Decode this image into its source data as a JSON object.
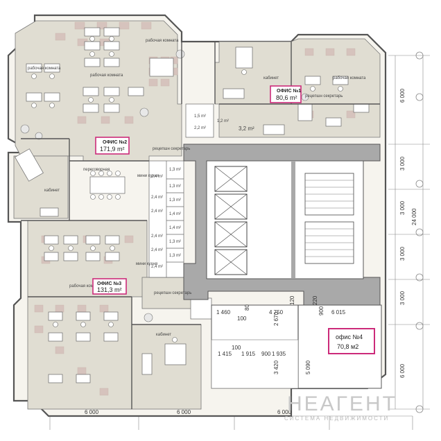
{
  "offices": [
    {
      "title": "ОФИС №1",
      "area": "80,6 m²"
    },
    {
      "title": "ОФИС №2",
      "area": "171,9 m²"
    },
    {
      "title": "ОФИС №3",
      "area": "131,3 m²"
    },
    {
      "title": "офис №4",
      "area": "70,8 м2"
    }
  ],
  "room_labels": {
    "work_room": "рабочая комната",
    "cabinet": "кабинет",
    "reception": "рецепшн секретарь",
    "meeting": "переговорная",
    "mini_kitchen": "мини кухня"
  },
  "small_areas": [
    "1,5 m²",
    "2,2 m²",
    "1,2 m²",
    "3,2 m²",
    "2,4 m²",
    "2,4 m²",
    "2,4 m²",
    "2,4 m²",
    "2,4 m²",
    "2,4 m²",
    "1,3 m²",
    "1,3 m²",
    "1,3 m²",
    "1,4 m²",
    "1,4 m²",
    "1,3 m²",
    "1,3 m²"
  ],
  "dimensions": {
    "right": [
      "6 000",
      "3 000",
      "3 000",
      "3 000",
      "3 000",
      "6 000"
    ],
    "total_right": "24 000",
    "bottom": [
      "6 000",
      "6 000",
      "6 000"
    ],
    "interior": [
      "1 460",
      "100",
      "80",
      "4 750",
      "120",
      "220",
      "900",
      "6 015",
      "2 670",
      "100",
      "1 415",
      "1 915",
      "900",
      "1 935",
      "3 420",
      "5 090"
    ]
  },
  "watermark": {
    "brand": "НЕАГЕНТ",
    "tagline": "СИСТЕМА НЕДВИЖИМОСТИ"
  },
  "colors": {
    "office_fill": "#e0ddd2",
    "tile_dark": "#d8c6c0",
    "core_gray": "#a9a9a9",
    "tag_border": "#cc2a7a",
    "line": "#555555"
  }
}
